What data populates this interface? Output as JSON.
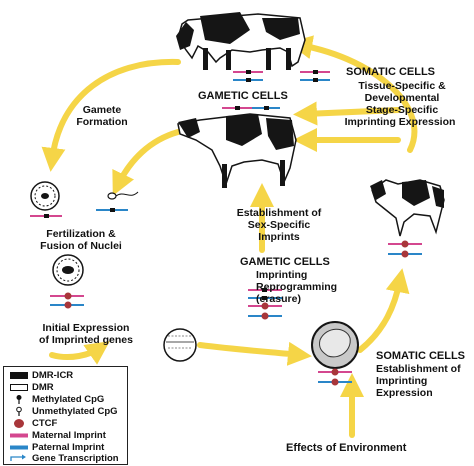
{
  "labels": {
    "somatic_top_title": "SOMATIC CELLS",
    "somatic_top_l1": "Tissue-Specific &",
    "somatic_top_l2": "Developmental",
    "somatic_top_l3": "Stage-Specific",
    "somatic_top_l4": "Imprinting Expression",
    "gametic_top": "GAMETIC CELLS",
    "gamete_l1": "Gamete",
    "gamete_l2": "Formation",
    "fert_l1": "Fertilization &",
    "fert_l2": "Fusion of Nuclei",
    "estab_l1": "Establishment of",
    "estab_l2": "Sex-Specific",
    "estab_l3": "Imprints",
    "gametic_mid_title": "GAMETIC CELLS",
    "gametic_mid_l1": "Imprinting",
    "gametic_mid_l2": "Reprogramming",
    "gametic_mid_l3": "(erasure)",
    "initial_l1": "Initial Expression",
    "initial_l2": "of Imprinted genes",
    "somatic_bot_title": "SOMATIC CELLS",
    "somatic_bot_l1": "Establishment of",
    "somatic_bot_l2": "Imprinting",
    "somatic_bot_l3": "Expression",
    "environment": "Effects of Environment"
  },
  "legend": [
    {
      "label": "DMR-ICR",
      "symbol": "dmr-icr"
    },
    {
      "label": "DMR",
      "symbol": "dmr"
    },
    {
      "label": "Methylated CpG",
      "symbol": "methylated-cpg"
    },
    {
      "label": "Unmethylated CpG",
      "symbol": "unmethylated-cpg"
    },
    {
      "label": "CTCF",
      "symbol": "ctcf"
    },
    {
      "label": "Maternal Imprint",
      "symbol": "maternal-imprint"
    },
    {
      "label": "Paternal Imprint",
      "symbol": "paternal-imprint"
    },
    {
      "label": "Gene Transcription",
      "symbol": "gene-transcription"
    }
  ],
  "colors": {
    "arrow": "#f5d547",
    "maternal": "#d4478f",
    "paternal": "#2a86c8",
    "ctcf": "#a8363a",
    "dmr_icr": "#111111",
    "cow_black": "#151515",
    "cow_white": "#ffffff",
    "cell_grey": "#c9c9c9"
  }
}
